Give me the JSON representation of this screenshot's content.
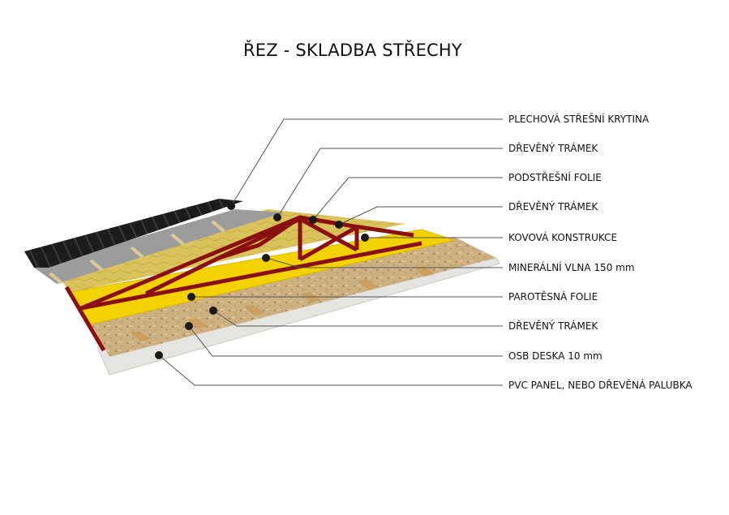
{
  "title": "ŘEZ - SKLADBA STŘECHY",
  "layers": [
    "PLECHOVÁ STŘEŠNÍ KRYTINA",
    "DŘEVĚNÝ TRÁMEK",
    "PODSTŘEŠNÍ FOLIE",
    "DŘEVĚNÝ TRÁMEK",
    "KOVOVÁ KONSTRUKCE",
    "MINERÁLNÍ VLNA 150 mm",
    "PAROTĚSNÁ FOLIE",
    "DŘEVĚNÝ TRÁMEK",
    "OSB DESKA 10 mm",
    "PVC PANEL, NEBO DŘEVĚNÁ PALUBKA"
  ],
  "colors": {
    "roof_metal": "#1c1c1c",
    "foil": "#9a9a9a",
    "wood": "#d9c48a",
    "steel": "#8a1010",
    "wool": "#d8c25a",
    "vapor_foil": "#f0d000",
    "osb": "#c8a878",
    "pvc": "#e6e6e4"
  }
}
